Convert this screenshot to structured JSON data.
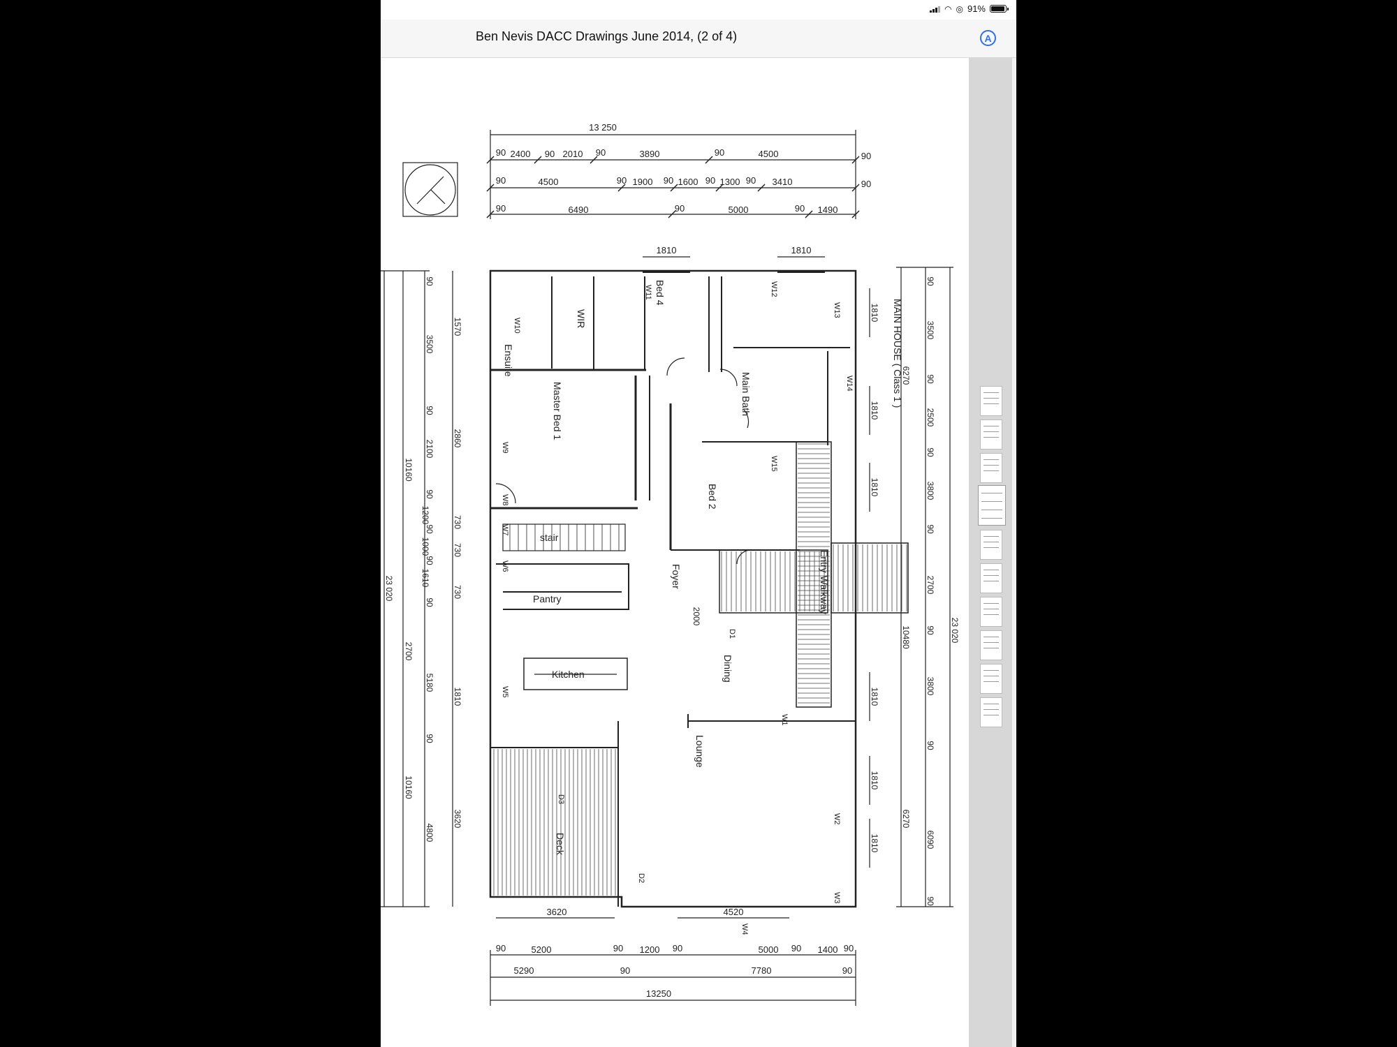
{
  "status": {
    "battery": "91%"
  },
  "nav": {
    "title": "Ben Nevis DACC Drawings June 2014, (2 of 4)"
  },
  "plan": {
    "title": "MAIN HOUSE ( Class 1 )",
    "rooms": {
      "ensuite": "Ensuite",
      "wir": "WIR",
      "bed4": "Bed 4",
      "master": "Master Bed 1",
      "mainbath": "Main Bath",
      "bed2": "Bed 2",
      "stair": "stair",
      "pantry": "Pantry",
      "foyer": "Foyer",
      "entry": "Entry Walkway",
      "dining": "Dining",
      "kitchen": "Kitchen",
      "lounge": "Lounge",
      "deck": "Deck"
    },
    "top_dims": {
      "overall": "13 250",
      "r1": [
        "90",
        "2400",
        "90",
        "2010",
        "90",
        "3890",
        "90",
        "4500",
        "90"
      ],
      "r2": [
        "90",
        "4500",
        "90",
        "1900",
        "90",
        "1600",
        "90",
        "1300",
        "90",
        "3410",
        "90"
      ],
      "r3": [
        "90",
        "6490",
        "90",
        "5000",
        "90",
        "1490"
      ],
      "win_a": "1810",
      "win_b": "1810"
    },
    "bottom_dims": {
      "deck": "3620",
      "lounge": "4520",
      "r1": [
        "90",
        "5200",
        "90",
        "1200",
        "90",
        "5000",
        "90",
        "1400",
        "90"
      ],
      "r2": [
        "5290",
        "90",
        "7780",
        "90"
      ],
      "overall": "13250"
    },
    "left_dims": {
      "overall": "23 020",
      "a": "10160",
      "b": "2700",
      "c": "10160",
      "segs": [
        "90",
        "3500",
        "90",
        "2100",
        "90",
        "1200",
        "90",
        "1000",
        "90",
        "1610",
        "90",
        "5180",
        "90",
        "4800"
      ],
      "inner": [
        "1570",
        "2860",
        "730",
        "730",
        "730",
        "1810",
        "3620"
      ]
    },
    "right_dims": {
      "overall": "23 020",
      "a": "6270",
      "b": "10480",
      "c": "6270",
      "segs": [
        "90",
        "3500",
        "90",
        "2500",
        "90",
        "3800",
        "90",
        "2700",
        "90",
        "3800",
        "90",
        "6090",
        "90"
      ],
      "windows": [
        "1810",
        "1810",
        "1810",
        "1810",
        "1810",
        "1810"
      ],
      "foyer": "2000"
    },
    "windows": [
      "W1",
      "W2",
      "W3",
      "W4",
      "W5",
      "W6",
      "W7",
      "W8",
      "W9",
      "W10",
      "W11",
      "W12",
      "W13",
      "W14",
      "W15"
    ],
    "doors": [
      "D1",
      "D2",
      "D3"
    ]
  }
}
